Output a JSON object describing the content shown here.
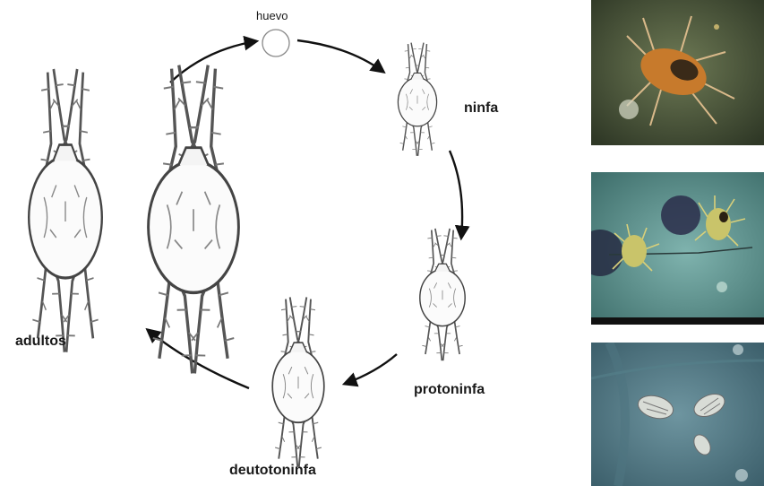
{
  "stages": {
    "egg": "huevo",
    "larva": "ninfa",
    "protonymph": "protoninfa",
    "deutonymph": "deutotoninfa",
    "adults": "adultos"
  },
  "icons": {
    "egg": "egg-circle-icon",
    "mite": "mite-drawing-icon",
    "arrow": "curved-arrow-icon"
  },
  "colors": {
    "line": "#444444",
    "photo_bg_top": "#4e5a3c",
    "photo_bg_mid": "#6b9a9a",
    "photo_bg_bottom": "#5a7f8a",
    "mite_orange": "#c77a2c",
    "mite_yellow": "#c9c46a"
  }
}
